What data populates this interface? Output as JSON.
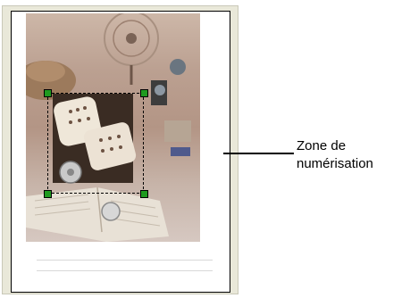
{
  "callout": {
    "line1": "Zone de",
    "line2": "numérisation"
  },
  "colors": {
    "handle": "#1f9a1f",
    "frame": "#e9e8d9",
    "selection_border": "#000000"
  },
  "icons": {
    "handle": "green-square-resize-handle"
  }
}
